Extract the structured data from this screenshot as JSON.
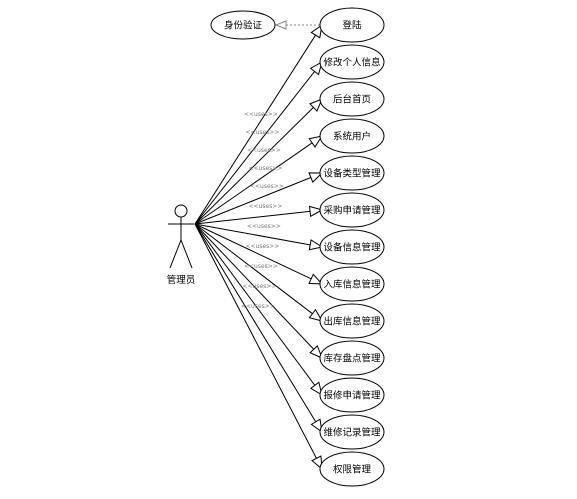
{
  "actor": {
    "label": "管理员"
  },
  "auth_case": {
    "label": "身份验证"
  },
  "relations": {
    "include_label": "",
    "uses_label": "<<uses>>"
  },
  "use_cases": [
    {
      "label": "登陆"
    },
    {
      "label": "修改个人信息"
    },
    {
      "label": "后台首页"
    },
    {
      "label": "系统用户"
    },
    {
      "label": "设备类型管理"
    },
    {
      "label": "采购申请管理"
    },
    {
      "label": "设备信息管理"
    },
    {
      "label": "入库信息管理"
    },
    {
      "label": "出库信息管理"
    },
    {
      "label": "库存盘点管理"
    },
    {
      "label": "报修申请管理"
    },
    {
      "label": "维修记录管理"
    },
    {
      "label": "权限管理"
    }
  ]
}
